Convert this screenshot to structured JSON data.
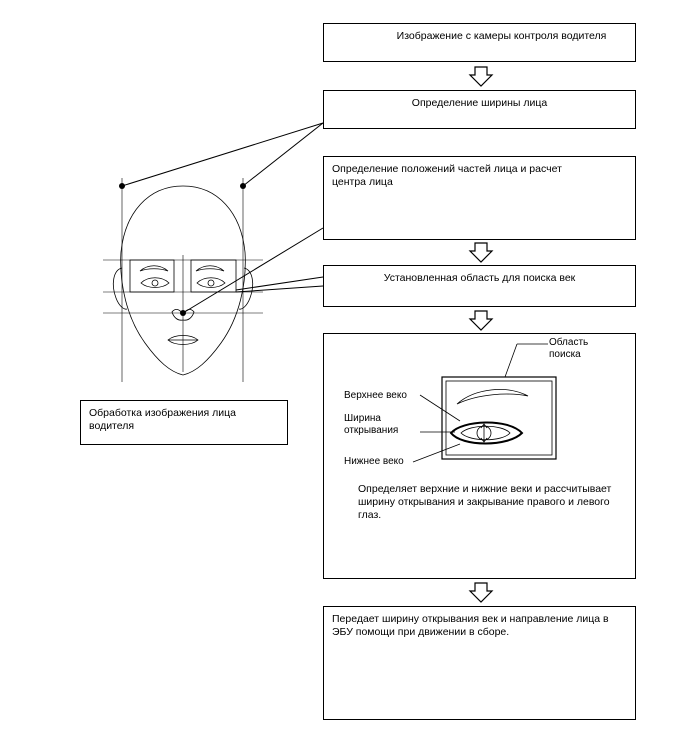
{
  "flow": {
    "step1": "Изображение с камеры контроля водителя",
    "step2": "Определение ширины лица",
    "step3": "Определение положений частей лица и расчет центра лица",
    "step4": "Установленная область для поиска век",
    "step6": "Передает ширину открывания век и направление лица в ЭБУ помощи при движении в сборе."
  },
  "face_caption": "Обработка изображения лица водителя",
  "eye_panel": {
    "search_area_label": "Область поиска",
    "upper_eyelid_label": "Верхнее веко",
    "opening_width_label": "Ширина открывания",
    "lower_eyelid_label": "Нижнее веко",
    "description": "Определяет верхние и нижние веки и рассчитывает ширину открывания и закрывание правого и левого глаз."
  }
}
